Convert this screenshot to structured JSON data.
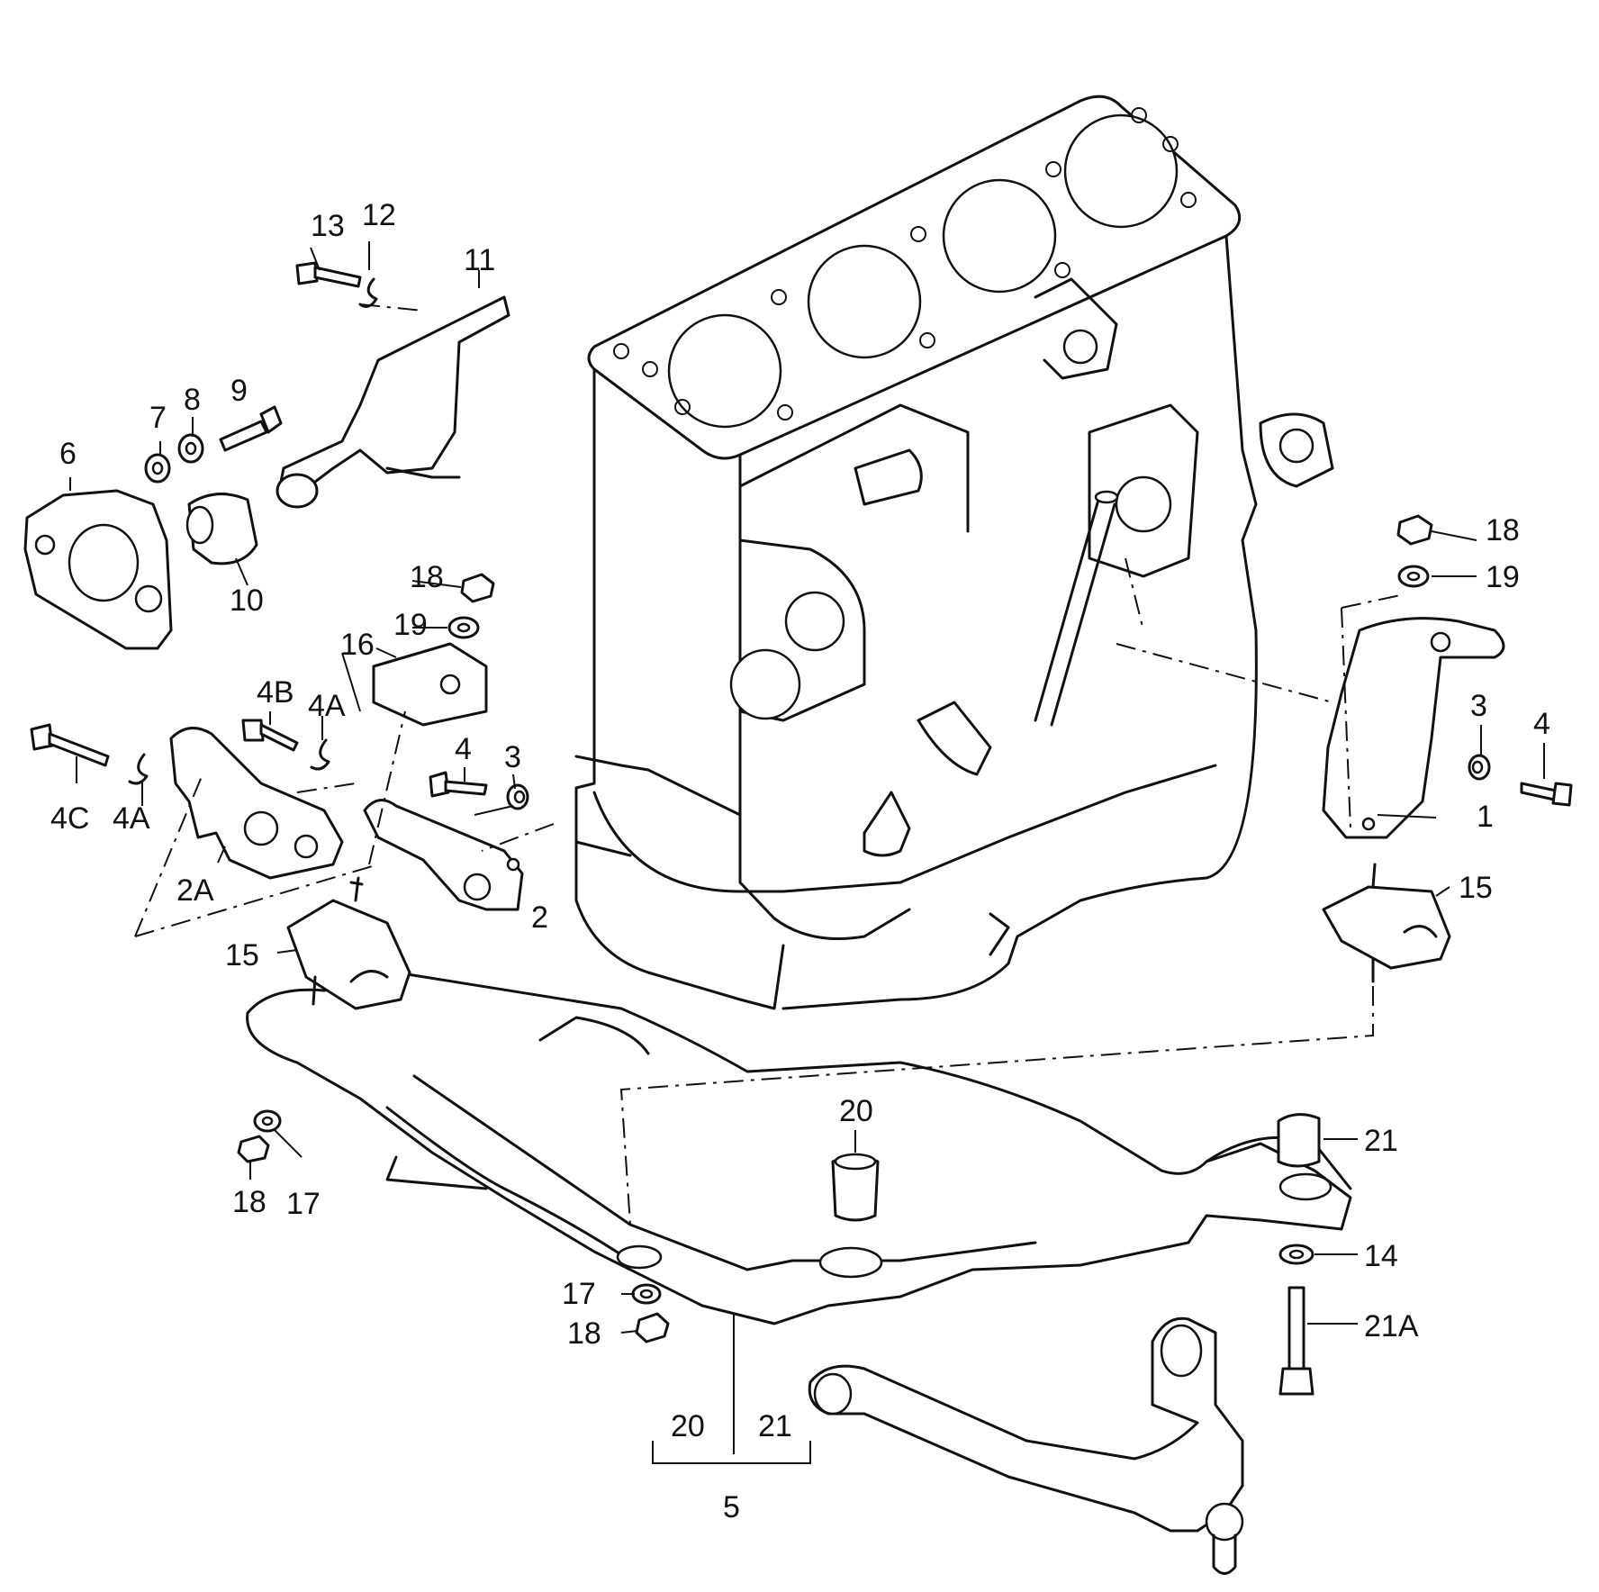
{
  "labels": {
    "l1": "1",
    "l2": "2",
    "l2a": "2A",
    "l3a": "3",
    "l3b": "3",
    "l4a": "4",
    "l4b": "4",
    "l4A1": "4A",
    "l4A2": "4A",
    "l4B": "4B",
    "l4C": "4C",
    "l5": "5",
    "l6": "6",
    "l7": "7",
    "l8": "8",
    "l9": "9",
    "l10": "10",
    "l11": "11",
    "l12": "12",
    "l13": "13",
    "l14": "14",
    "l15a": "15",
    "l15b": "15",
    "l16": "16",
    "l17a": "17",
    "l17b": "17",
    "l18a": "18",
    "l18b": "18",
    "l18c": "18",
    "l18d": "18",
    "l19a": "19",
    "l19b": "19",
    "l20a": "20",
    "l20b": "20",
    "l21a": "21",
    "l21b": "21",
    "l21A": "21A"
  }
}
